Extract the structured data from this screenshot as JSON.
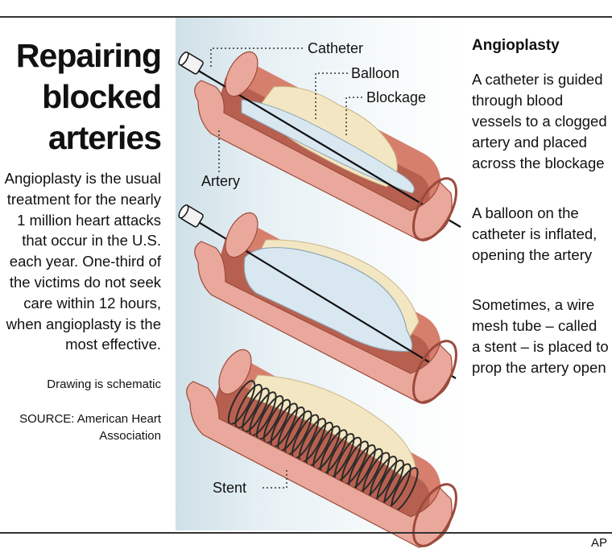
{
  "headline": "Repairing blocked arteries",
  "intro": "Angioplasty is the usual treatment for the nearly 1 million heart attacks that occur in the U.S. each year. One-third of the victims do not seek care within 12 hours, when angioplasty is the most effective.",
  "note": "Drawing is schematic",
  "source": "SOURCE: American Heart Association",
  "diagram": {
    "labels": {
      "catheter": "Catheter",
      "balloon": "Balloon",
      "blockage": "Blockage",
      "artery": "Artery",
      "stent": "Stent"
    }
  },
  "sidebar": {
    "title": "Angioplasty",
    "steps": [
      "A catheter is guided through blood vessels to a clogged artery and placed across the blockage",
      "A balloon on the catheter is inflated, opening the artery",
      "Sometimes, a wire mesh tube – called a stent – is placed to prop the artery open"
    ]
  },
  "credit": "AP",
  "colors": {
    "artery_wall": "#e9a89b",
    "artery_inner": "#c9705f",
    "plaque": "#f3e6c2",
    "balloon": "#d9e7f0",
    "panel_tint": "#cfe0e8"
  }
}
